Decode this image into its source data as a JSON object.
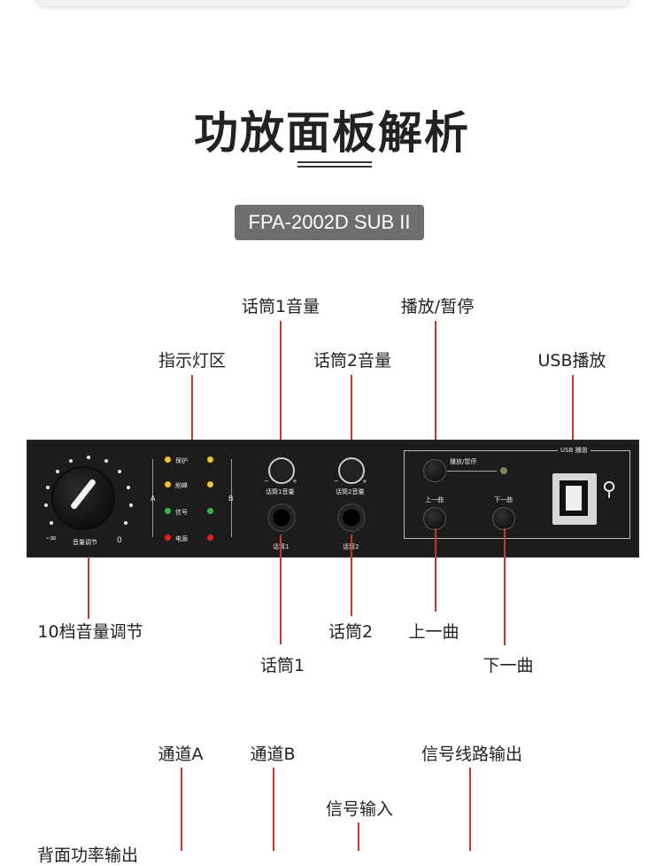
{
  "title": "功放面板解析",
  "model": "FPA-2002D SUB II",
  "callouts": {
    "mic1_volume": "话筒1音量",
    "play_pause": "播放/暂停",
    "indicator_area": "指示灯区",
    "mic2_volume": "话筒2音量",
    "usb_play": "USB播放",
    "volume_10": "10档音量调节",
    "mic2": "话筒2",
    "prev_track": "上一曲",
    "mic1": "话筒1",
    "next_track": "下一曲",
    "channel_a": "通道A",
    "channel_b": "通道B",
    "signal_line_out": "信号线路输出",
    "signal_in": "信号输入",
    "rear_power_out": "背面功率输出"
  },
  "panel": {
    "protect": "保护",
    "clip": "削峰",
    "signal": "信号",
    "power": "电源",
    "side_a": "A",
    "side_b": "B",
    "volume_knob_label": "音量调节",
    "min_mark": "-∞",
    "max_mark": "0",
    "mic1_vol": "话筒1音量",
    "mic2_vol": "话筒2音量",
    "mic1": "话筒1",
    "mic2": "话筒2",
    "minus": "−",
    "plus": "+",
    "play_pause": "播放/暂停",
    "prev": "上一曲",
    "next": "下一曲",
    "usb": "USB 播放"
  },
  "colors": {
    "accent_line": "#c0392b",
    "panel": "#1c1c1c",
    "led_yellow": "#f1c232",
    "led_green": "#3cb44b",
    "led_red": "#e02020"
  }
}
